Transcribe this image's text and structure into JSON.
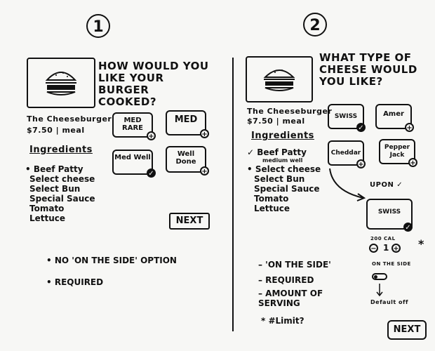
{
  "panel1": {
    "step": "1",
    "question": "HOW WOULD YOU LIKE YOUR BURGER COOKED?",
    "item_name": "The Cheeseburger",
    "item_price": "$7.50 | meal",
    "ingredients_heading": "Ingredients",
    "ingredients": [
      "• Beef Patty",
      "Select cheese",
      "Select Bun",
      "Special Sauce",
      "Tomato",
      "Lettuce"
    ],
    "options": [
      {
        "label": "MED RARE",
        "badge": "+"
      },
      {
        "label": "MED",
        "badge": "+"
      },
      {
        "label": "Med Well",
        "badge": "✓"
      },
      {
        "label": "Well Done",
        "badge": "+"
      }
    ],
    "next_label": "NEXT",
    "notes": [
      "• NO 'ON THE SIDE' OPTION",
      "• REQUIRED"
    ]
  },
  "panel2": {
    "step": "2",
    "question": "WHAT TYPE OF CHEESE WOULD YOU LIKE?",
    "item_name": "The Cheeseburger",
    "item_price": "$7.50 | meal",
    "ingredients_heading": "Ingredients",
    "ingredients": [
      "✓ Beef Patty",
      "medium well",
      "• Select cheese",
      "Select Bun",
      "Special Sauce",
      "Tomato",
      "Lettuce"
    ],
    "options": [
      {
        "label": "SWISS",
        "badge": "✓"
      },
      {
        "label": "Amer",
        "badge": "+"
      },
      {
        "label": "Cheddar",
        "badge": "+"
      },
      {
        "label": "Pepper Jack",
        "badge": "+"
      }
    ],
    "upon_label": "UPON ✓",
    "selected": {
      "label": "SWISS",
      "badge": "✓"
    },
    "cal_label": "200 CAL",
    "qty_minus": "−",
    "qty_value": "1",
    "qty_plus": "+",
    "asterisk": "*",
    "on_side_label": "ON THE SIDE",
    "default_label": "Default off",
    "notes": [
      "– 'ON THE SIDE'",
      "– REQUIRED",
      "– AMOUNT OF SERVING",
      "* #Limit?"
    ],
    "next_label": "NEXT"
  }
}
